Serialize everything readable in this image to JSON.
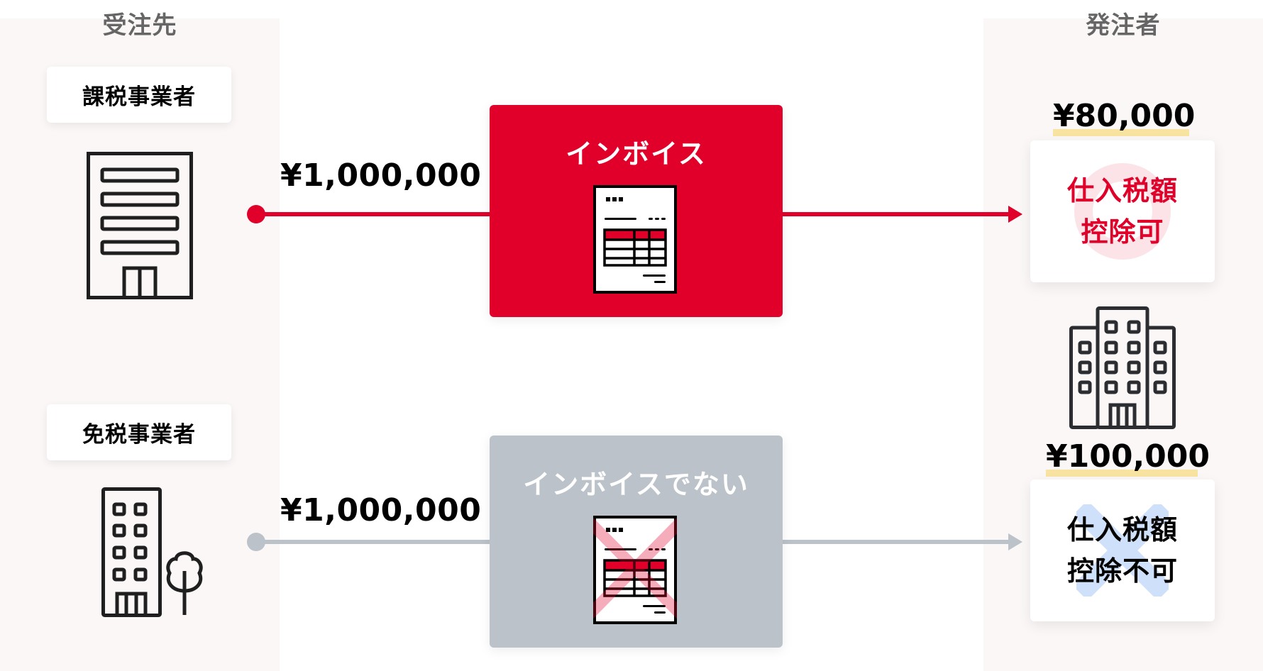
{
  "columns": {
    "left_title": "受注先",
    "right_title": "発注者"
  },
  "colors": {
    "accent_red": "#e0002a",
    "gray": "#bbc2c9",
    "panel_bg": "#faf7f6",
    "highlight": "#f9e3a1",
    "ok_mark": "#fbe3e8",
    "ng_mark": "#cfe0fb"
  },
  "rows": [
    {
      "seller_label": "課税事業者",
      "seller_icon": "office-building-icon",
      "amount": "¥1,000,000",
      "document_title": "インボイス",
      "document_icon": "invoice-document-icon",
      "buyer_amount": "¥80,000",
      "result_line1": "仕入税額",
      "result_line2": "控除可",
      "result_mark": "circle-ok-icon"
    },
    {
      "seller_label": "免税事業者",
      "seller_icon": "small-building-with-tree-icon",
      "amount": "¥1,000,000",
      "document_title": "インボイスでない",
      "document_icon": "invoice-document-crossed-icon",
      "buyer_amount": "¥100,000",
      "result_line1": "仕入税額",
      "result_line2": "控除不可",
      "result_mark": "cross-ng-icon"
    }
  ],
  "buyer_icon": "corporate-building-icon"
}
